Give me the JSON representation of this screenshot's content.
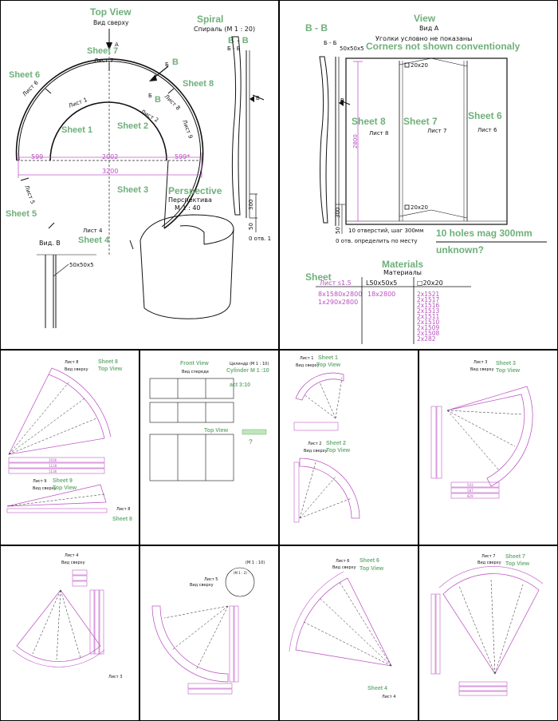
{
  "p1": {
    "top_view_en": "Top View",
    "top_view_ru": "Вид сверху",
    "section_a": "A",
    "sheet7_en": "Sheet 7",
    "sheet7_ru": "Лист 7",
    "sheet6_en": "Sheet 6",
    "sheet6_ru": "Лист 6",
    "sheet8_en": "Sheet 8",
    "sheet8_ru": "Лист 8",
    "sheet1_en": "Sheet 1",
    "sheet1_ru": "Лист 1",
    "sheet2_en": "Sheet 2",
    "sheet2_ru": "Лист 2",
    "sheet9_ru": "Лист 9",
    "sheet3_en": "Sheet 3",
    "sheet5_en": "Sheet 5",
    "sheet5_ru": "Лист 5",
    "sheet4_en": "Sheet 4",
    "sheet4_ru": "Лист 4",
    "b_en": "B",
    "b_ru": "Б",
    "dim_599a": "599",
    "dim_2002": "2002",
    "dim_599b": "599*",
    "dim_3200": "3200",
    "spiral_en": "Spiral",
    "spiral_ru": "Спираль (М 1 : 20)",
    "bb_en": "B - B",
    "bb_ru": "Б - Б",
    "dim_300": "300",
    "dim_50": "50",
    "holes_short": "0 отв. 1",
    "perspective_en": "Perspective",
    "perspective_ru": "Перспектива",
    "perspective_scale": "М 1 : 40",
    "view_b": "Вид. В",
    "angle_b": "50x50x5"
  },
  "p2": {
    "bb_en": "B - B",
    "bb_ru": "Б - Б",
    "view_en": "View",
    "view_ru": "Вид А",
    "corners_ru": "Уголки условно не показаны",
    "corners_en": "Corners not shown conventionaly",
    "angle": "50x50x5",
    "sq_top": "20x20",
    "sq_bottom": "20x20",
    "sheet8_en": "Sheet 8",
    "sheet8_ru": "Лист 8",
    "sheet7_en": "Sheet 7",
    "sheet7_ru": "Лист 7",
    "sheet6_en": "Sheet 6",
    "sheet6_ru": "Лист 6",
    "dim_2800": "2800",
    "dim_300": "300",
    "dim_50": "50",
    "b_mark": "В",
    "holes_ru": "10 отверстий, шаг 300мм",
    "holes_ru2": "0 отв. определить по месту",
    "holes_en": "10 holes mag 300mm",
    "unknown_en": "unknown?",
    "materials_en": "Materials",
    "materials_ru": "Материалы",
    "sheet_en": "Sheet",
    "col1": "Лист s1.5",
    "col2": "L50x50x5",
    "col3": "□20x20",
    "c1r1": "8x1580x2800",
    "c1r2": "1x290x2800",
    "c2r1": "18x2800",
    "c3": [
      "2x1521",
      "2x1517",
      "2x1516",
      "2x1513",
      "2x1511",
      "2x1510",
      "2x1509",
      "2x1508",
      "2x282"
    ]
  },
  "t1": {
    "ru": "Лист 8",
    "en1": "Sheet 8",
    "en2": "Top View",
    "vid": "Вид сверху",
    "ru2": "Лист 9",
    "en3": "Sheet 9",
    "en4": "Top View",
    "vid2": "Вид сверху",
    "d1": "1036",
    "d2": "1128",
    "d3": "1136",
    "corner": "Лист 8",
    "corner_en": "Sheet 8"
  },
  "t2": {
    "front_en": "Front View",
    "front_ru": "Вид спереди",
    "cyl_ru": "Цилиндр (М 1 : 10)",
    "cyl_en": "Cylinder M 1 :10",
    "act": "act 3:10",
    "top_en": "Top View",
    "q": "?"
  },
  "t3": {
    "ru1": "Лист 1",
    "en1": "Sheet 1",
    "en1b": "Top View",
    "vid1": "Вид сверху",
    "ru2": "Лист 2",
    "en2": "Sheet 2",
    "en2b": "Top View",
    "vid2": "Вид сверху"
  },
  "t4": {
    "ru": "Лист 3",
    "en1": "Sheet 3",
    "en2": "Top View",
    "vid": "Вид сверху",
    "d1": "543",
    "d2": "587",
    "d3": "829"
  },
  "t5": {
    "ru": "Лист 4",
    "vid": "Вид сверху",
    "corner": "Лист 3"
  },
  "t6": {
    "ru": "Лист 5",
    "vid": "Вид сверху",
    "scale": "(М 1 : 10)",
    "scale2": "(М 1 : 2)"
  },
  "t7": {
    "ru": "Лист 6",
    "en1": "Sheet 6",
    "en2": "Top View",
    "vid": "Вид сверху",
    "en3": "Sheet 4",
    "corner": "Лист 4"
  },
  "t8": {
    "ru": "Лист 7",
    "en1": "Sheet 7",
    "en2": "Top View",
    "vid": "Вид сверху"
  }
}
